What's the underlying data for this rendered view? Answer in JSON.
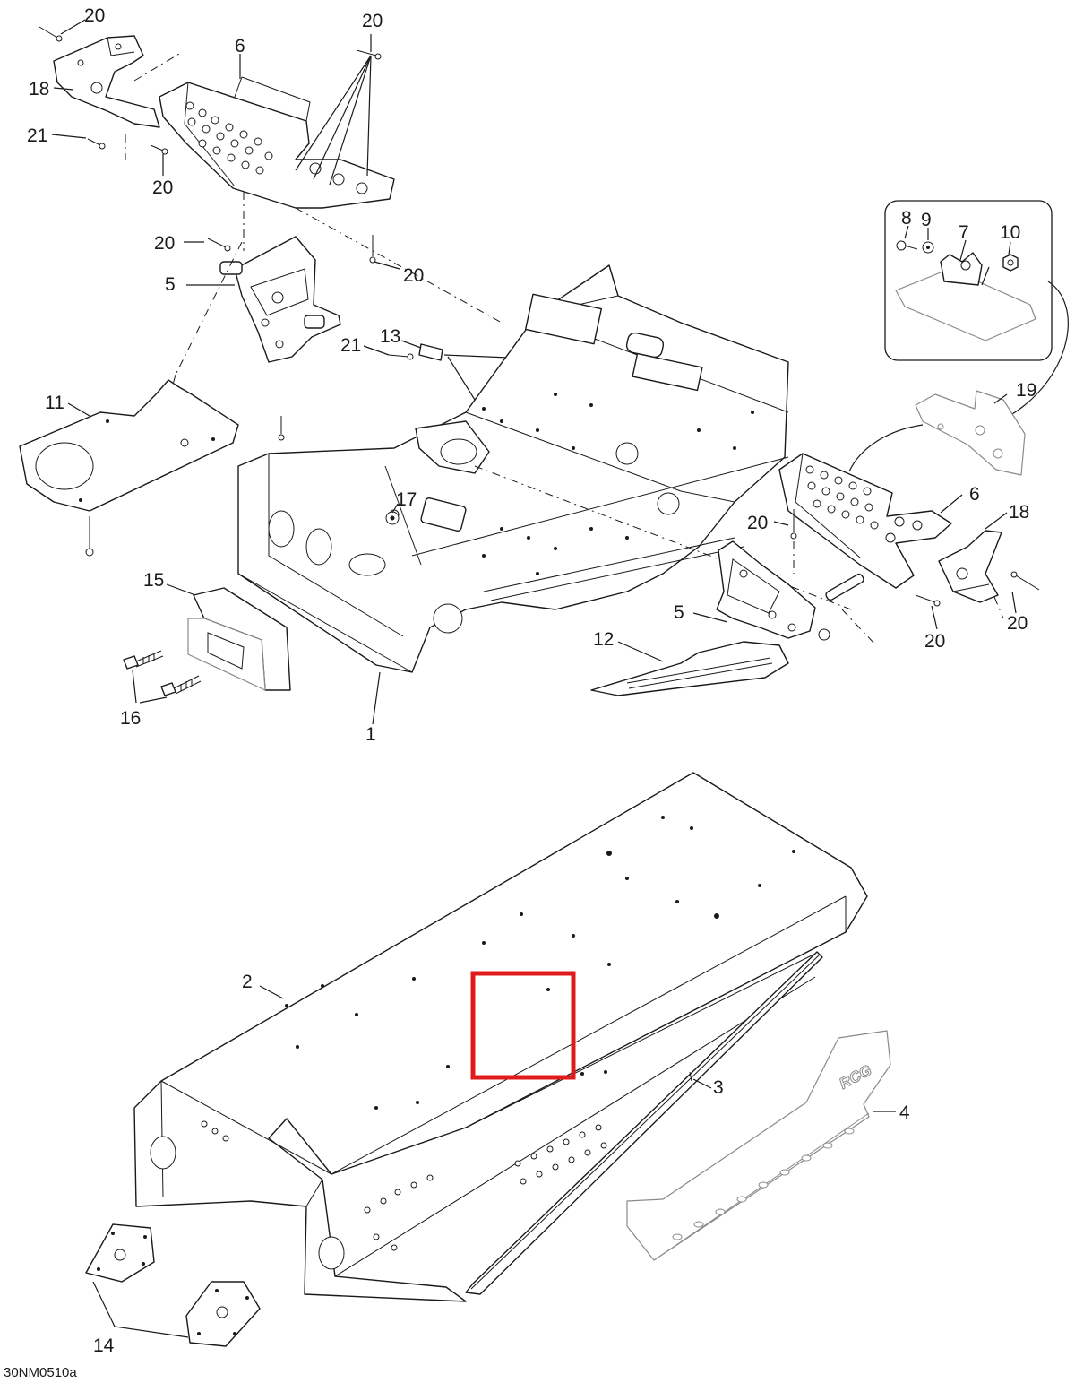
{
  "diagram": {
    "drawing_code": "30NM0510a",
    "callouts": [
      "20",
      "20",
      "6",
      "18",
      "21",
      "20",
      "20",
      "20",
      "5",
      "21",
      "13",
      "8",
      "9",
      "7",
      "10",
      "19",
      "11",
      "17",
      "6",
      "18",
      "20",
      "20",
      "20",
      "15",
      "5",
      "12",
      "16",
      "1",
      "2",
      "3",
      "4",
      "14"
    ],
    "logo_text": "RCG",
    "highlight_color": "#e01b1b",
    "line_color": "#1a1a1a"
  }
}
